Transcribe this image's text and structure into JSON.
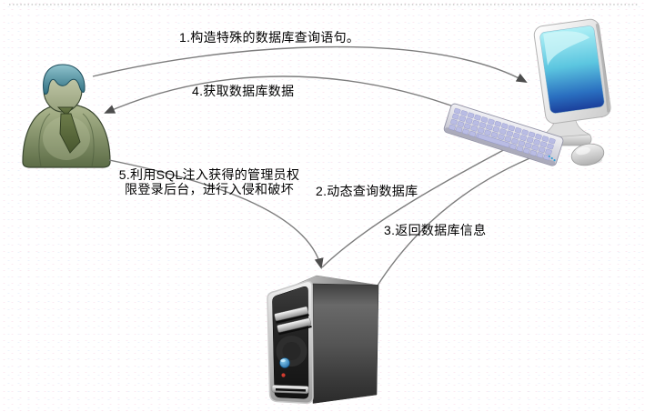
{
  "diagram": {
    "steps": {
      "s1": "1.构造特殊的数据库查询语句。",
      "s2": "2.动态查询数据库",
      "s3": "3.返回数据库信息",
      "s4": "4.获取数据库数据",
      "s5": "5.利用SQL注入获得的管理员权\n限登录后台，进行入侵和破坏"
    },
    "nodes": {
      "attacker": {
        "icon": "user-icon"
      },
      "computer": {
        "icon": "computer-icon"
      },
      "database_server": {
        "icon": "server-tower-icon"
      }
    },
    "colors": {
      "background": "#ffffff",
      "text": "#000000",
      "arrow": "#7d7d7d",
      "arrowhead": "#4d4d4d",
      "screen_top": "#aef0f6",
      "screen_bottom": "#1b3f9b",
      "person_body": "#7a8a5e",
      "person_hair": "#2f6f81",
      "keyboard_keys": "#b9bce4",
      "server_front": "#262626",
      "power_button": "#1a7cc0",
      "led": "#d23b2f"
    }
  }
}
